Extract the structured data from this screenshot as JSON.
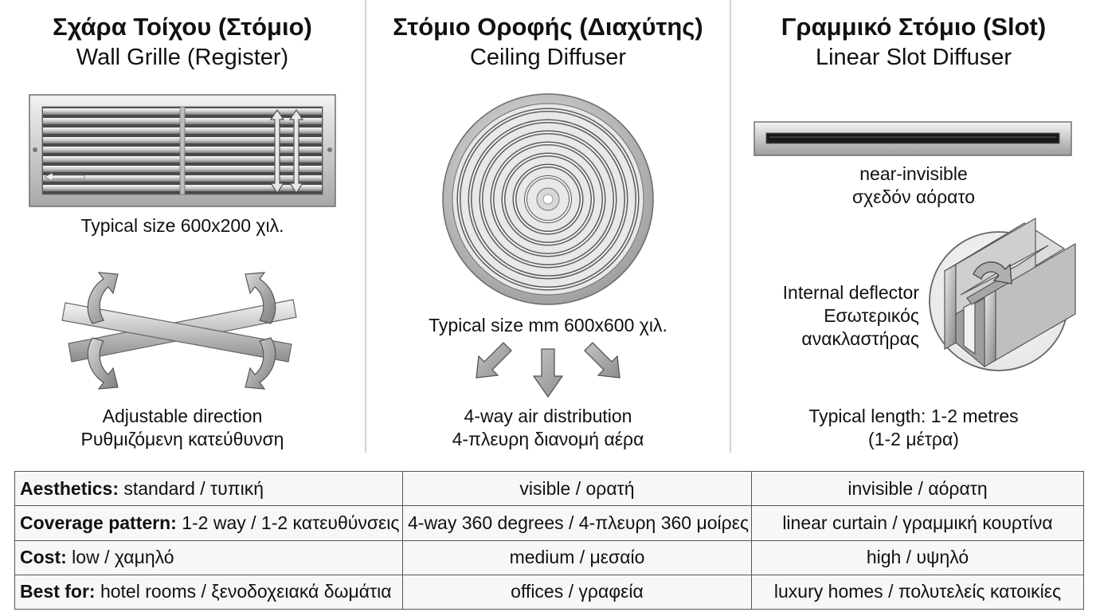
{
  "columns": [
    {
      "title_gr": "Σχάρα Τοίχου (Στόμιο)",
      "title_en": "Wall Grille (Register)",
      "size_caption": "Typical size 600x200 χιλ.",
      "feature_line1": "Adjustable direction",
      "feature_line2": "Ρυθμιζόμενη κατεύθυνση"
    },
    {
      "title_gr": "Στόμιο Οροφής (Διαχύτης)",
      "title_en": "Ceiling Diffuser",
      "size_caption": "Typical size mm 600x600 χιλ.",
      "feature_line1": "4-way air distribution",
      "feature_line2": "4-πλευρη διανομή αέρα"
    },
    {
      "title_gr": "Γραμμικό Στόμιο (Slot)",
      "title_en": "Linear Slot Diffuser",
      "visibility_line1": "near-invisible",
      "visibility_line2": "σχεδόν αόρατο",
      "deflector_line1": "Internal deflector",
      "deflector_line2": "Εσωτερικός",
      "deflector_line3": "ανακλαστήρας",
      "feature_line1": "Typical length: 1-2 metres",
      "feature_line2": "(1-2 μέτρα)"
    }
  ],
  "table": {
    "rows": [
      {
        "label": "Aesthetics:",
        "wall": "standard / τυπική",
        "ceiling": "visible / ορατή",
        "slot": "invisible / αόρατη"
      },
      {
        "label": "Coverage pattern:",
        "wall": "1-2 way / 1-2 κατευθύνσεις",
        "ceiling": "4-way 360 degrees / 4-πλευρη 360 μοίρες",
        "slot": "linear curtain / γραμμική κουρτίνα"
      },
      {
        "label": "Cost:",
        "wall": "low / χαμηλό",
        "ceiling": "medium / μεσαίο",
        "slot": "high / υψηλό"
      },
      {
        "label": "Best for:",
        "wall": "hotel rooms / ξενοδοχειακά δωμάτια",
        "ceiling": "offices / γραφεία",
        "slot": "luxury homes / πολυτελείς κατοικίες"
      }
    ]
  },
  "colors": {
    "metal_light": "#e6e6e6",
    "metal_mid": "#b5b5b5",
    "metal_dark": "#6f6f6f",
    "arrow_fill": "#a9a9a9",
    "divider": "#d3d3d3",
    "table_border": "#555555"
  }
}
